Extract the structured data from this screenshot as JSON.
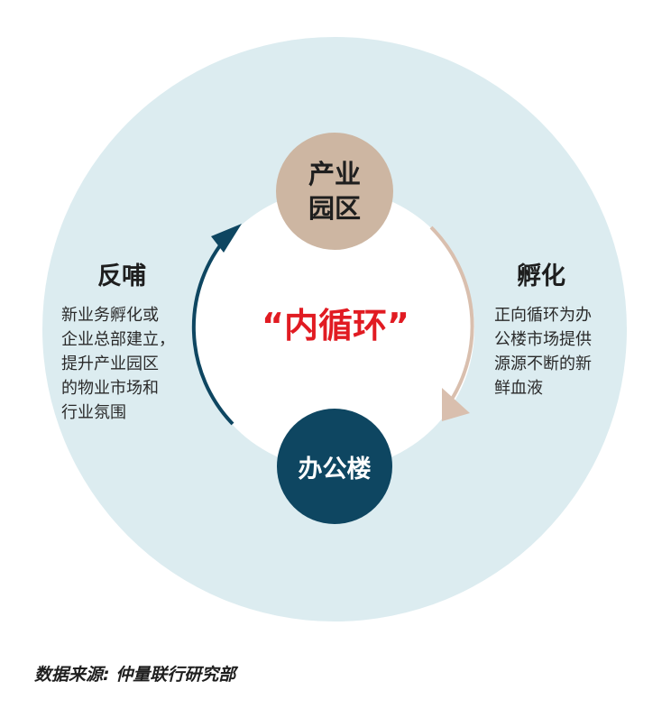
{
  "colors": {
    "outer_circle": "#dcecf0",
    "inner_circle": "#ffffff",
    "node_top": "#cdb6a2",
    "node_bottom": "#0e4661",
    "arrow_left": "#0e4661",
    "arrow_right": "#d9bfae",
    "center_text": "#e11b22"
  },
  "diagram": {
    "center_title": "“内循环”",
    "node_top": {
      "line1": "产业",
      "line2": "园区"
    },
    "node_bottom": {
      "label": "办公楼"
    },
    "left": {
      "title": "反哺",
      "lines": [
        "新业务孵化或",
        "企业总部建立，",
        "提升产业园区",
        "的物业市场和",
        "行业氛围"
      ]
    },
    "right": {
      "title": "孵化",
      "lines": [
        "正向循环为办",
        "公楼市场提供",
        "源源不断的新",
        "鲜血液"
      ]
    }
  },
  "source": "数据来源: 仲量联行研究部"
}
